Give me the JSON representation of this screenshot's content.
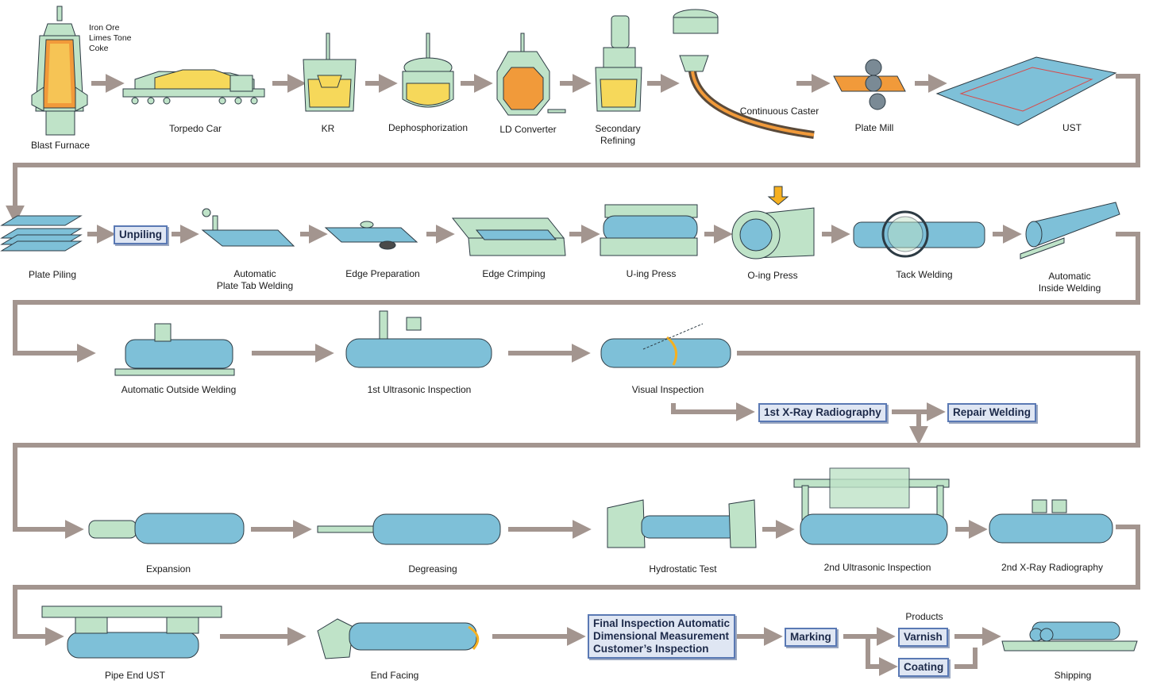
{
  "colors": {
    "flow": "#a3958f",
    "pipe": "#7ec0d8",
    "pipe_stroke": "#2d3b44",
    "machine": "#bfe3c8",
    "molten": "#f6d85a",
    "hot": "#f19a3a",
    "box_fill": "#dfe6f3",
    "box_border": "#5a79b4"
  },
  "labels": {
    "iron_ore": "Iron Ore",
    "limestone": "Limes Tone",
    "coke": "Coke",
    "blast_furnace": "Blast Furnace",
    "torpedo_car": "Torpedo Car",
    "kr": "KR",
    "dephos": "Dephosphorization",
    "ld": "LD Converter",
    "secondary_1": "Secondary",
    "secondary_2": "Refining",
    "caster": "Continuous Caster",
    "plate_mill": "Plate Mill",
    "ust": "UST",
    "plate_piling": "Plate Piling",
    "tab_1": "Automatic",
    "tab_2": "Plate Tab Welding",
    "edge_prep": "Edge Preparation",
    "edge_crimp": "Edge Crimping",
    "u_press": "U-ing Press",
    "o_press": "O-ing Press",
    "tack": "Tack Welding",
    "inside_1": "Automatic",
    "inside_2": "Inside Welding",
    "outside": "Automatic Outside Welding",
    "ut1": "1st Ultrasonic Inspection",
    "visual": "Visual Inspection",
    "expansion": "Expansion",
    "degreasing": "Degreasing",
    "hydro": "Hydrostatic Test",
    "ut2": "2nd Ultrasonic Inspection",
    "xray2": "2nd X-Ray Radiography",
    "pipe_end": "Pipe End UST",
    "end_facing": "End Facing",
    "products": "Products",
    "shipping": "Shipping"
  },
  "boxes": {
    "unpiling": "Unpiling",
    "xray1": "1st X-Ray Radiography",
    "repair": "Repair Welding",
    "final_1": "Final Inspection Automatic",
    "final_2": "Dimensional Measurement",
    "final_3": "Customer’s Inspection",
    "marking": "Marking",
    "varnish": "Varnish",
    "coating": "Coating"
  }
}
